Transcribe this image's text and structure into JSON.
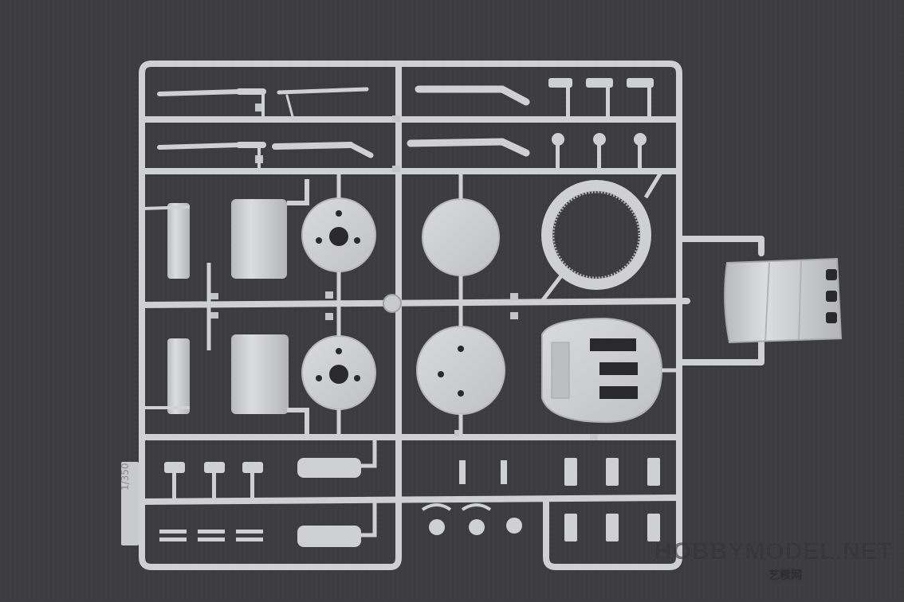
{
  "photo": {
    "subject": "plastic-model-sprue",
    "background_color": "#3d3d3f",
    "plastic_color": "#cfd0d1",
    "plastic_shadow": "#a9abad",
    "hole_color": "#2a2a2c"
  },
  "sprue": {
    "scale_label": "1/350"
  },
  "watermark": {
    "text": "HOBBYMODEL.NET",
    "subtext": "艺模网"
  }
}
